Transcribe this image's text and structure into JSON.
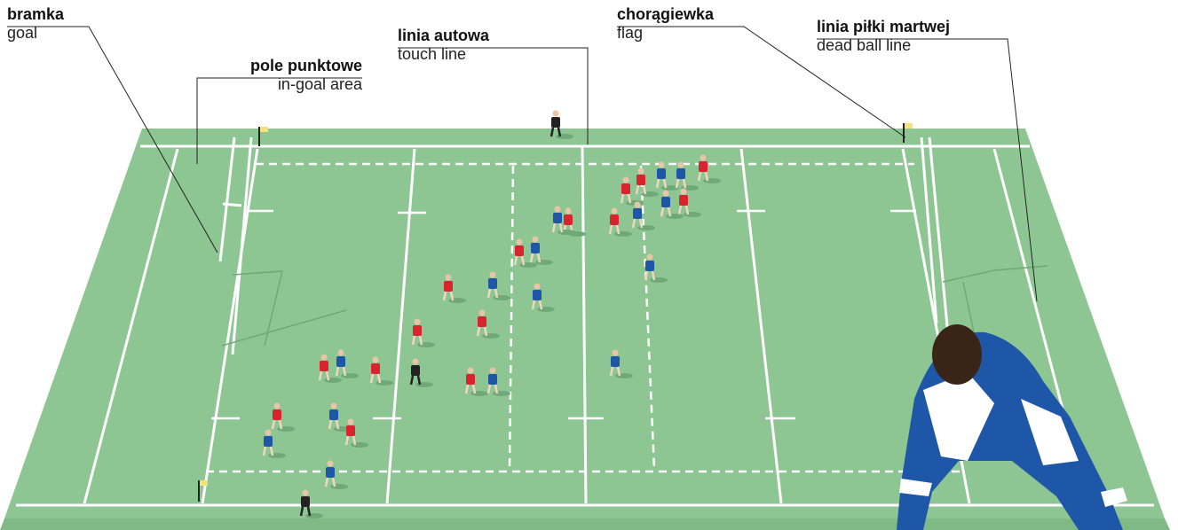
{
  "labels": {
    "goal": {
      "pl": "bramka",
      "en": "goal"
    },
    "in_goal": {
      "pl": "pole punktowe",
      "en": "in-goal area"
    },
    "touch_line": {
      "pl": "linia autowa",
      "en": "touch line"
    },
    "flag": {
      "pl": "chorągiewka",
      "en": "flag"
    },
    "dead_ball": {
      "pl": "linia piłki martwej",
      "en": "dead ball line"
    }
  },
  "colors": {
    "pitch": "#8dc692",
    "lines": "#ffffff",
    "team_red": "#d9232d",
    "team_blue": "#1f57a8",
    "referee": "#222222",
    "flag": "#f4e27a"
  },
  "icons": {
    "flag": "flag-icon",
    "player": "player-icon",
    "referee": "referee-icon"
  }
}
